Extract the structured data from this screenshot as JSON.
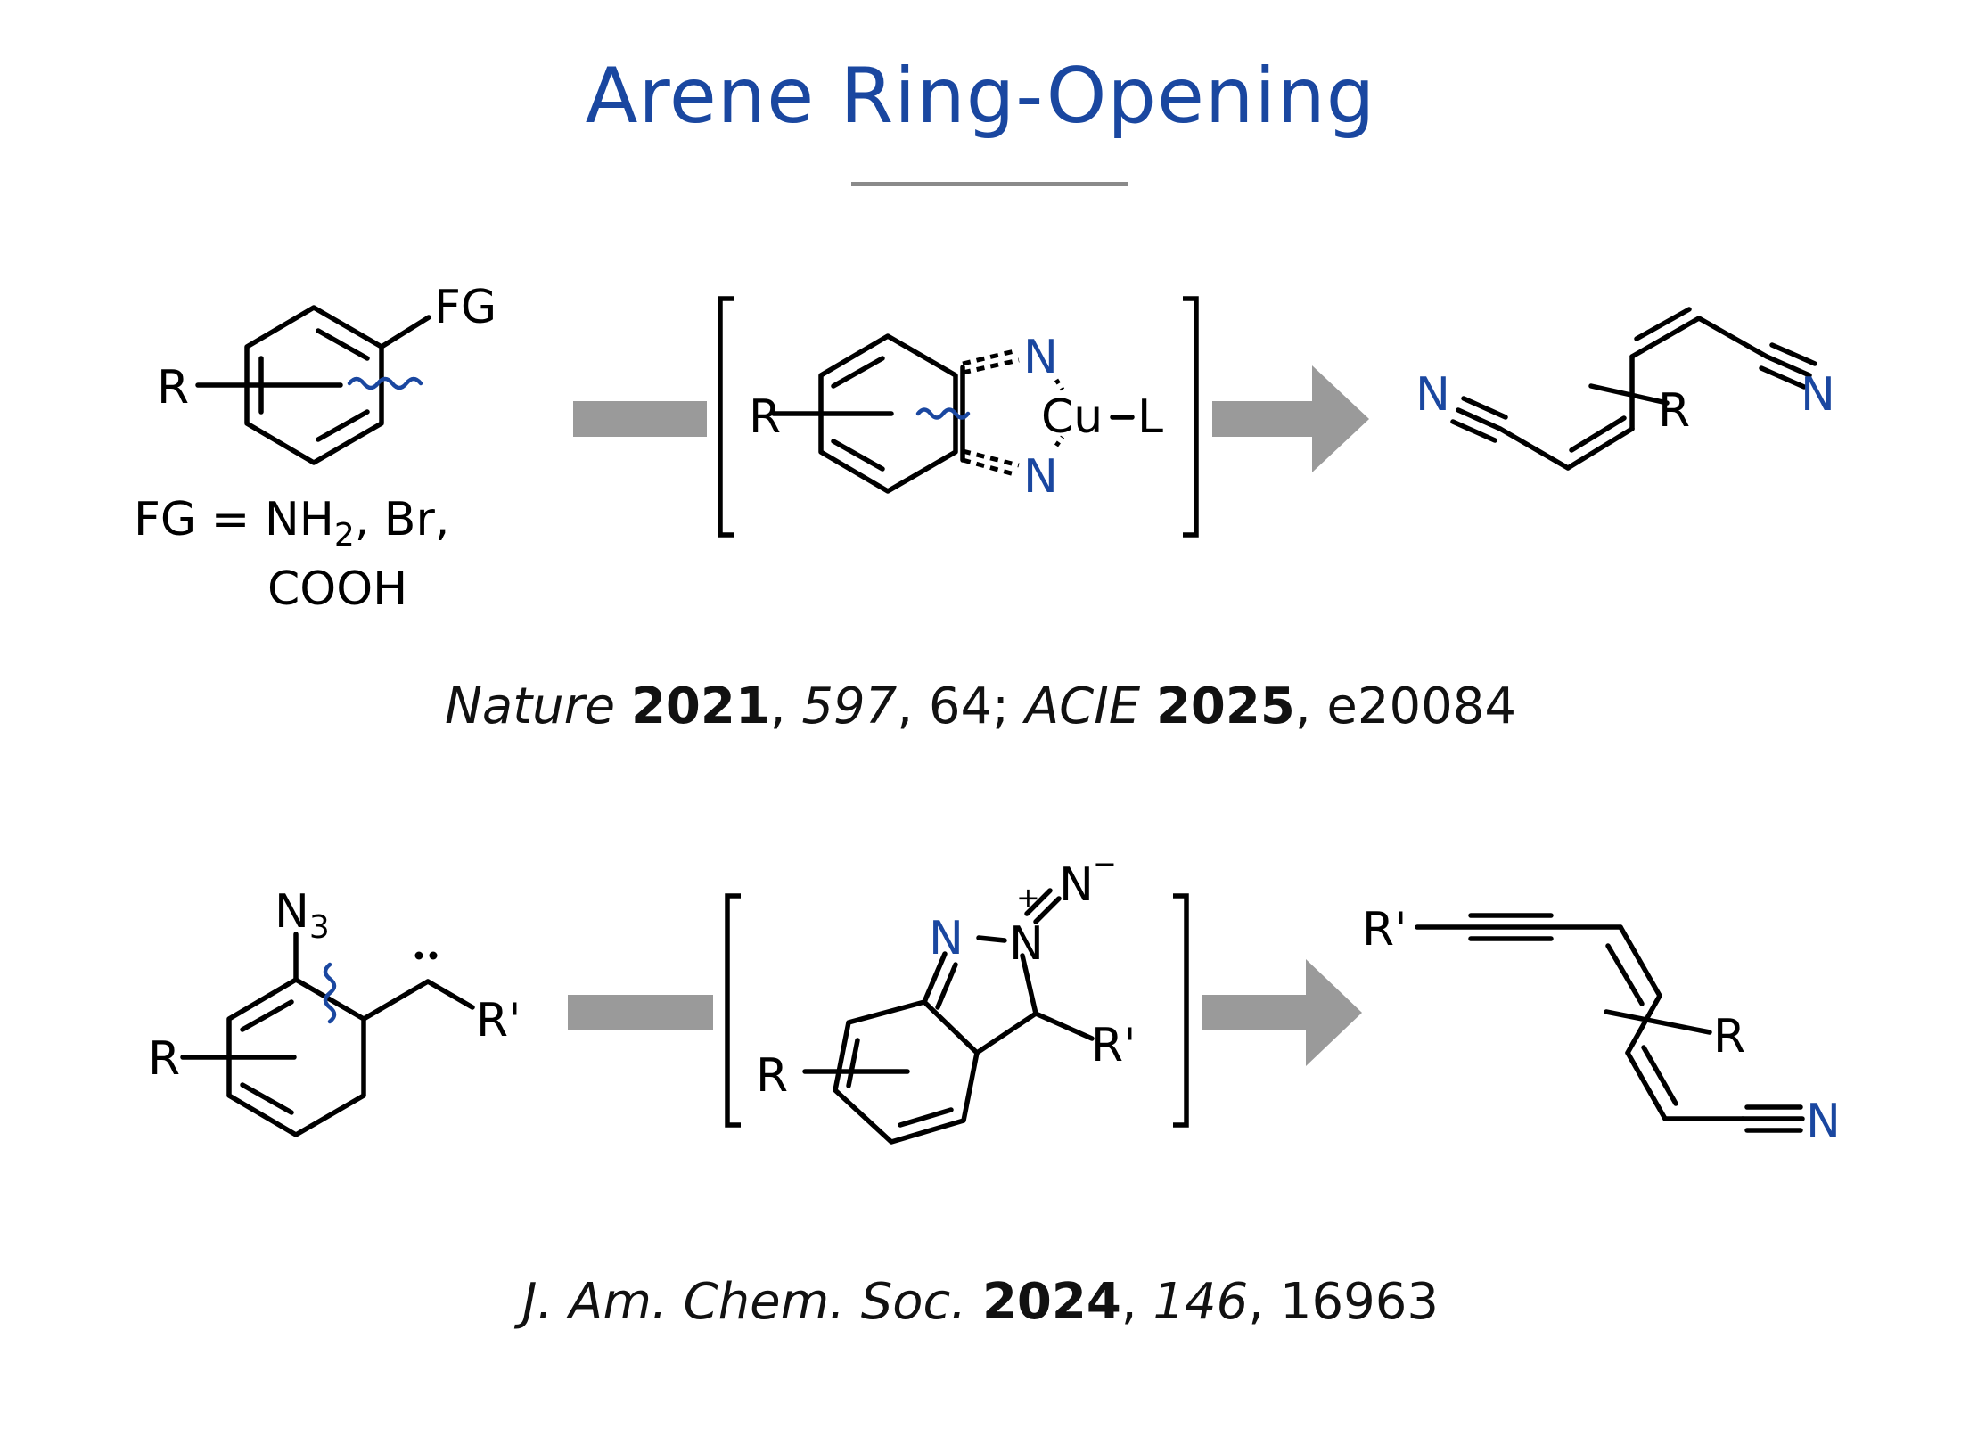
{
  "title": "Arene Ring-Opening",
  "colors": {
    "accent": "#1a47a0",
    "arrow": "#9a9a9a",
    "divider": "#8a8a8a",
    "text": "#000000"
  },
  "reaction1": {
    "sm_fg": "FG",
    "sm_r": "R",
    "fg_definition_line1": "FG = NH",
    "fg_definition_sub": "2",
    "fg_definition_rest": ", Br,",
    "fg_definition_line2": "COOH",
    "int_r": "R",
    "int_n_top": "N",
    "int_n_bottom": "N",
    "int_cu": "Cu",
    "int_l": "L",
    "prod_n_left": "N",
    "prod_n_right": "N",
    "prod_r": "R",
    "citation": {
      "journal1": "Nature",
      "year1": "2021",
      "vol1": "597",
      "page1": ", 64; ",
      "journal2": "ACIE",
      "year2": "2025",
      "page2": ", e20084"
    }
  },
  "reaction2": {
    "sm_n3": "N",
    "sm_n3_sub": "3",
    "sm_r": "R",
    "sm_rprime": "R'",
    "int_n1": "N",
    "int_n2": "N",
    "int_n2_charge": "+",
    "int_n3": "N",
    "int_n3_charge": "−",
    "int_r": "R",
    "int_rprime": "R'",
    "prod_rprime": "R'",
    "prod_r": "R",
    "prod_n": "N",
    "citation": {
      "journal": "J. Am. Chem. Soc.",
      "year": "2024",
      "vol": "146",
      "page": ", 16963"
    }
  }
}
